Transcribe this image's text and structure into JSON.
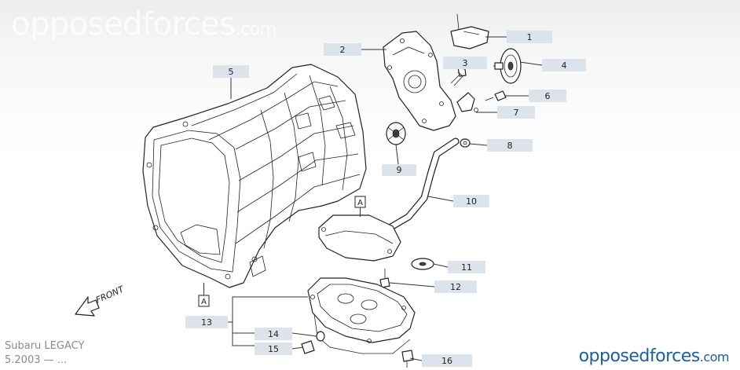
{
  "watermark": {
    "main": "opposedforces",
    "suffix": ".com"
  },
  "footer": {
    "model": "Subaru LEGACY",
    "date": "5.2003 — ..."
  },
  "brand": {
    "main": "opposedforces",
    "suffix": ".com"
  },
  "front_label": "FRONT",
  "ref_marks": [
    "A",
    "A"
  ],
  "callouts": [
    "1",
    "2",
    "3",
    "4",
    "5",
    "6",
    "7",
    "8",
    "9",
    "10",
    "11",
    "12",
    "13",
    "14",
    "15",
    "16"
  ]
}
